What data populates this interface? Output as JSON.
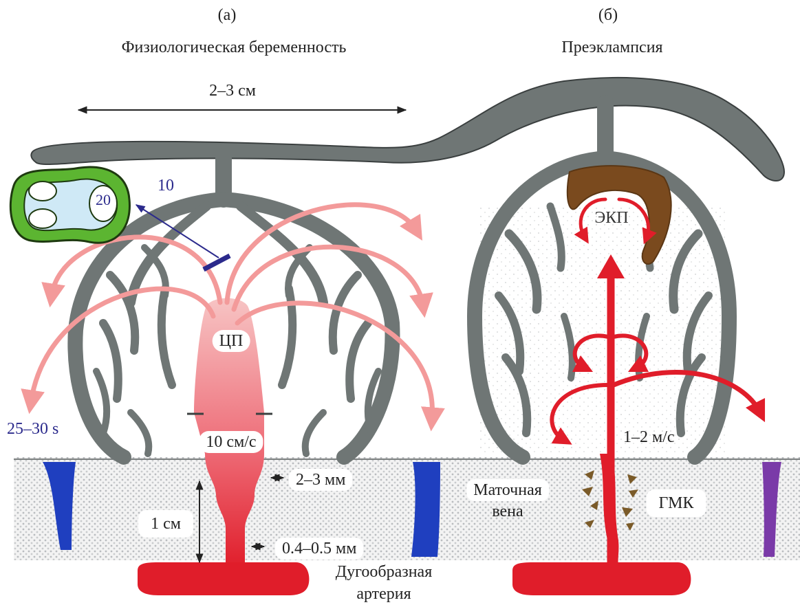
{
  "panels": [
    {
      "letter": "(а)",
      "title": "Физиологическая беременность"
    },
    {
      "letter": "(б)",
      "title": "Преэклампсия"
    }
  ],
  "panel_a": {
    "width_label": "2–3 см",
    "vessel_wall_label": "10",
    "lumen_label": "20",
    "central_cavity": "ЦП",
    "flow_speed": "10 см/с",
    "time_label": "25–30 s",
    "artery_width": "2–3 мм",
    "depth": "1 см",
    "narrow_width": "0.4–0.5 мм",
    "artery_name_line1": "Дугообразная",
    "artery_name_line2": "артерия"
  },
  "panel_b": {
    "cavity": "ЭКП",
    "flow_speed": "1–2 м/с",
    "vein_line1": "Маточная",
    "vein_line2": "вена",
    "smc": "ГМК"
  },
  "colors": {
    "villi": "#6f7675",
    "villi_outline": "#3a3f3f",
    "artery": "#e01d2a",
    "flow_soft": "#f39a9a",
    "flow_strong": "#e01d2a",
    "vein": "#1f3fbf",
    "vein_purple": "#7a3aa8",
    "tissue_dots": "#b9bcbf",
    "fibrin": "#7a4a1e",
    "vessel_green": "#5cb531",
    "vessel_lumen": "#cfe9f6",
    "label_blue": "#2b2a8c"
  },
  "icons": [
    "double-arrow-icon",
    "arrow-icon"
  ]
}
